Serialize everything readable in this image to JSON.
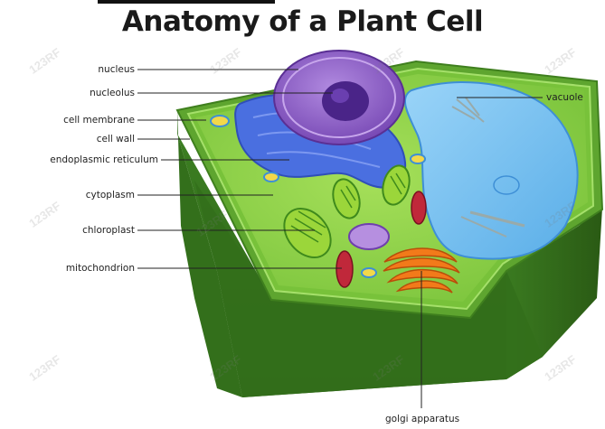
{
  "title": "Anatomy of a Plant Cell",
  "labels": {
    "nucleus": "nucleus",
    "nucleolus": "nucleolus",
    "cell_membrane": "cell membrane",
    "cell_wall": "cell wall",
    "endoplasmic_reticulum": "endoplasmic reticulum",
    "cytoplasm": "cytoplasm",
    "chloroplast": "chloroplast",
    "mitochondrion": "mitochondrion",
    "vacuole": "vacuole",
    "golgi_apparatus": "golgi apparatus"
  },
  "watermark": "123RF",
  "colors": {
    "cell_wall_dark": "#2f6b1c",
    "cell_wall_top": "#5fa82f",
    "cytoplasm": "#8fd14f",
    "vacuole": "#7fc4f2",
    "er": "#4a6fe0",
    "nucleus": "#8e5fc7",
    "golgi": "#f27a1a",
    "mitochondrion": "#c0283a",
    "chloroplast": "#9bd63a"
  }
}
